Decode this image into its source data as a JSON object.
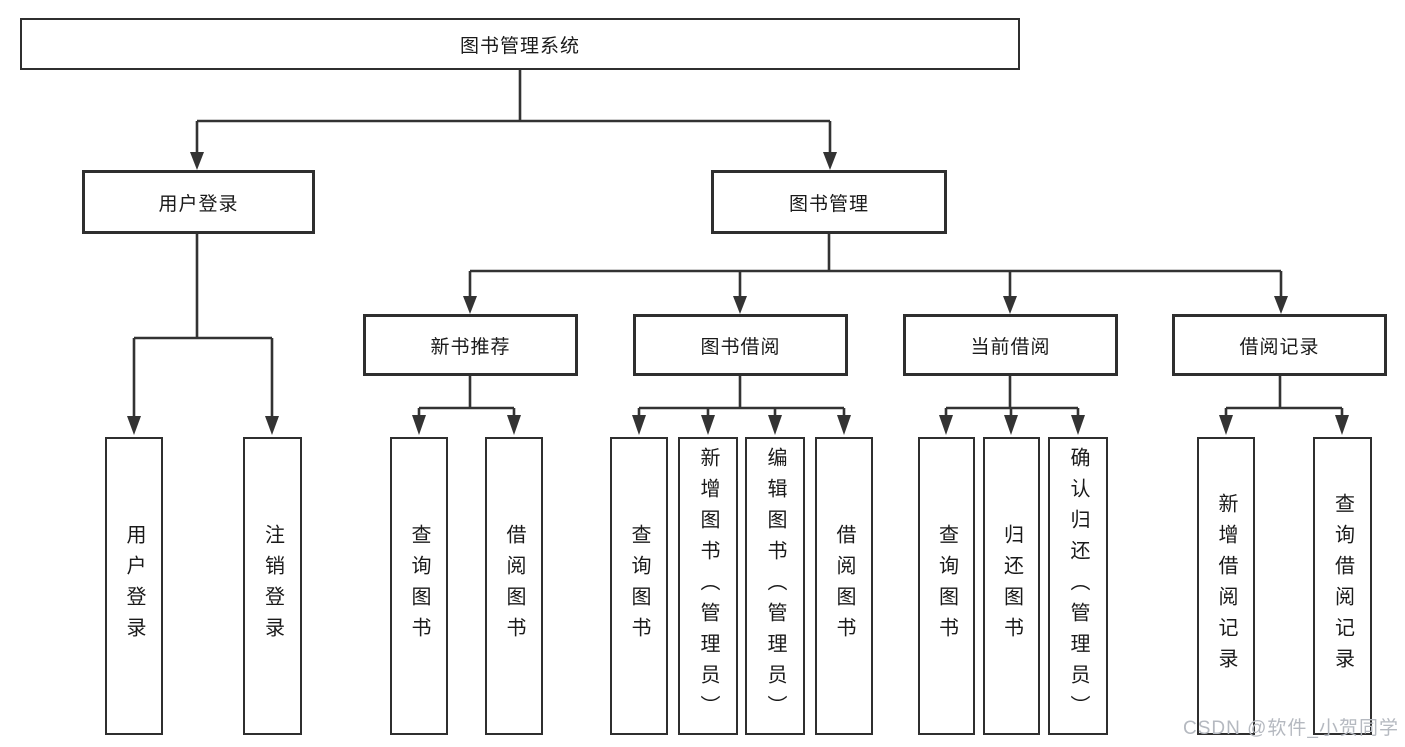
{
  "watermark": "CSDN @软件_小贺同学",
  "colors": {
    "line": "#333333",
    "box_border": "#2f2f2f",
    "text": "#1a1a1a",
    "background": "#ffffff",
    "watermark": "#b5b9c0"
  },
  "tree": {
    "label": "图书管理系统",
    "children": [
      {
        "label": "用户登录",
        "children": [
          {
            "label": "用户登录"
          },
          {
            "label": "注销登录"
          }
        ]
      },
      {
        "label": "图书管理",
        "children": [
          {
            "label": "新书推荐",
            "children": [
              {
                "label": "查询图书"
              },
              {
                "label": "借阅图书"
              }
            ]
          },
          {
            "label": "图书借阅",
            "children": [
              {
                "label": "查询图书"
              },
              {
                "label": "新增图书（管理员）"
              },
              {
                "label": "编辑图书（管理员）"
              },
              {
                "label": "借阅图书"
              }
            ]
          },
          {
            "label": "当前借阅",
            "children": [
              {
                "label": "查询图书"
              },
              {
                "label": "归还图书"
              },
              {
                "label": "确认归还（管理员）"
              }
            ]
          },
          {
            "label": "借阅记录",
            "children": [
              {
                "label": "新增借阅记录"
              },
              {
                "label": "查询借阅记录"
              }
            ]
          }
        ]
      }
    ]
  }
}
